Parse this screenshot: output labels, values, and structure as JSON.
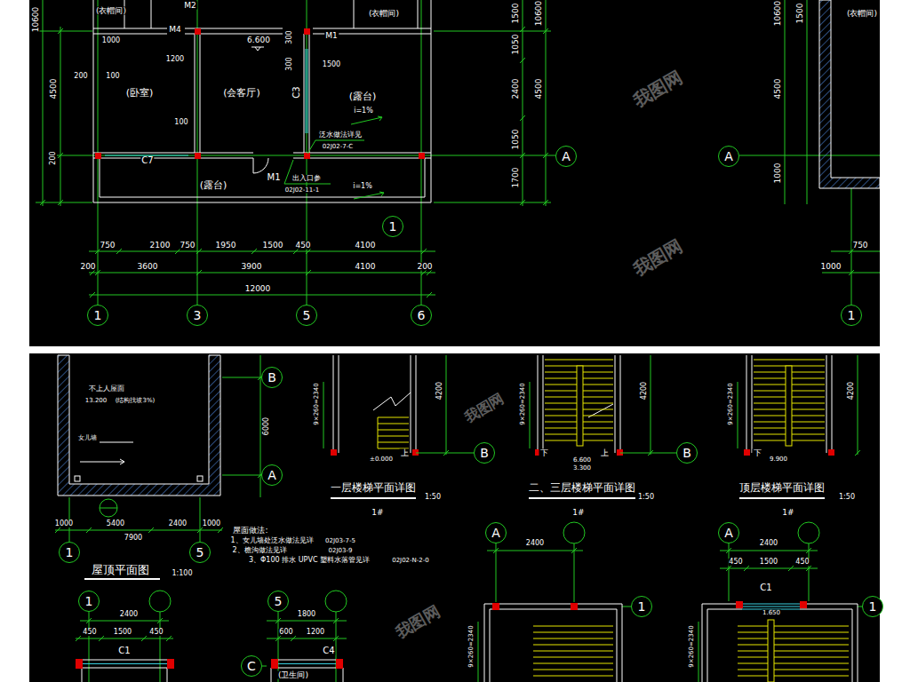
{
  "diagram": {
    "nodes": [
      {
        "text": [
          "1"
        ]
      },
      {
        "text": [
          "3"
        ]
      },
      {
        "text": [
          "5"
        ]
      },
      {
        "text": [
          "6"
        ]
      },
      {
        "text": [
          "A"
        ]
      },
      {
        "text": [
          "A"
        ]
      },
      {
        "text": [
          "1"
        ]
      },
      {
        "text": [
          "1"
        ]
      },
      {
        "text": [
          "B"
        ]
      },
      {
        "text": [
          "A"
        ]
      },
      {
        "text": [
          "1"
        ]
      },
      {
        "text": [
          "5"
        ]
      },
      {
        "text": [
          "B"
        ]
      },
      {
        "text": [
          "B"
        ]
      },
      {
        "text": [
          "1"
        ]
      },
      {
        "text": [
          "5"
        ]
      },
      {
        "text": [
          "C"
        ]
      },
      {
        "text": [
          "A"
        ]
      },
      {
        "text": [
          "1"
        ]
      },
      {
        "text": [
          "A"
        ]
      },
      {
        "text": [
          "1"
        ]
      }
    ],
    "labels": [
      "10600",
      "(衣帽间)",
      "M2",
      "(衣帽间)",
      "M4",
      "1000",
      "6.600",
      "300",
      "M1",
      "1500",
      "1200",
      "300",
      "4500",
      "200",
      "100",
      "(卧室)",
      "(会客厅)",
      "C3",
      "(露台)",
      "i=1%",
      "100",
      "泛水做法详见",
      "02J02-7-C",
      "(露台)",
      "C7",
      "M1",
      "出入口参",
      "02J02-11-1",
      "i=1%",
      "200",
      "1500",
      "10600",
      "1050",
      "2400",
      "4500",
      "1050",
      "1700",
      "750",
      "2100",
      "750",
      "1950",
      "1500",
      "450",
      "4100",
      "200",
      "3600",
      "3900",
      "4100",
      "200",
      "12000",
      "(衣帽间)",
      "10600",
      "1500",
      "4500",
      "1000",
      "750",
      "1000",
      "不上人屋面",
      "13.200",
      "(结构找坡3%)",
      "女儿墙",
      "6000",
      "1000",
      "5400",
      "2400",
      "1000",
      "7900",
      "屋顶平面图",
      "1:100",
      "屋面做法:",
      "1、女儿墙处泛水做法见详",
      "02J03-7-5",
      "2、檐沟做法见详",
      "02J03-9",
      "3、Φ100 排水 UPVC 塑料水落管见详",
      "02J02-N-2-0",
      "一层楼梯平面详图",
      "1:50",
      "1#",
      "二、三层楼梯平面详图",
      "1:50",
      "1#",
      "顶层楼梯平面详图",
      "1:50",
      "1#",
      "±0.000",
      "上",
      "下",
      "上",
      "6.600",
      "3.300",
      "下",
      "9.900",
      "4200",
      "4200",
      "4200",
      "9×260=2340",
      "9×260=2340",
      "9×260=2340",
      "2400",
      "450",
      "1500",
      "450",
      "C1",
      "1800",
      "600",
      "1200",
      "C4",
      "(卫生间)",
      "2400",
      "2400",
      "450",
      "1500",
      "450",
      "C1",
      "1.650",
      "9×260=2340",
      "9×260=2340",
      "我图网",
      "我图网",
      "我图网",
      "我图网"
    ]
  }
}
